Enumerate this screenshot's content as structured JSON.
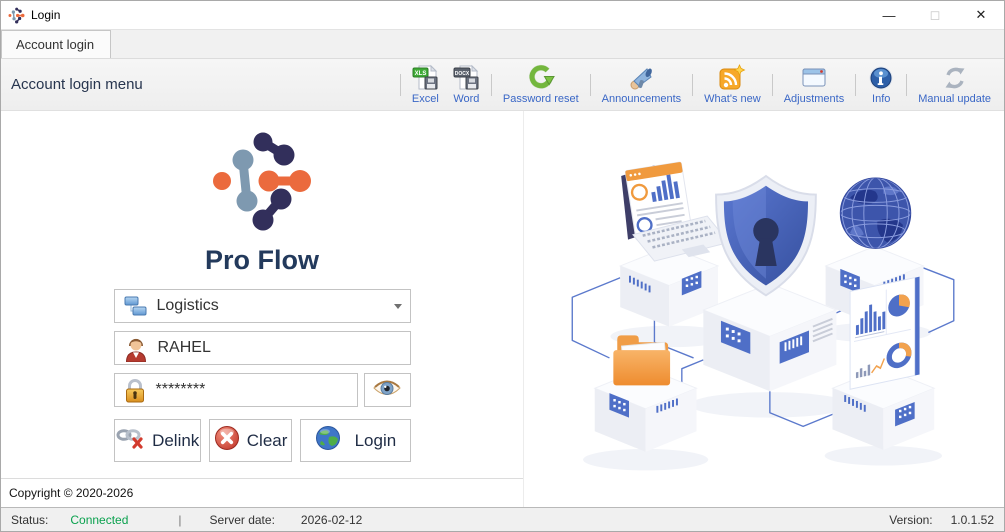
{
  "window": {
    "title": "Login",
    "controls": {
      "minimize": "—",
      "maximize": "◻",
      "close": "✕"
    }
  },
  "tabs": {
    "account_login": "Account login"
  },
  "toolbar": {
    "menu_title": "Account login menu",
    "items": [
      {
        "label": "Excel"
      },
      {
        "label": "Word"
      },
      {
        "label": "Password reset"
      },
      {
        "label": "Announcements"
      },
      {
        "label": "What's new"
      },
      {
        "label": "Adjustments"
      },
      {
        "label": "Info"
      },
      {
        "label": "Manual update"
      }
    ],
    "icon_badges": {
      "excel": "XLS",
      "word": "DOCX"
    }
  },
  "login": {
    "app_name": "Pro Flow",
    "company": "Logistics",
    "username": "RAHEL",
    "password_mask": "********",
    "buttons": {
      "delink": "Delink",
      "clear": "Clear",
      "login": "Login"
    }
  },
  "footer": {
    "copyright": "Copyright © 2020-2026"
  },
  "statusbar": {
    "status_label": "Status:",
    "status_value": "Connected",
    "separator": "|",
    "server_date_label": "Server date:",
    "server_date": "2026-02-12",
    "version_label": "Version:",
    "version": "1.0.1.52"
  },
  "colors": {
    "toolbar_label": "#3a67c6",
    "status_connected": "#0aa14e",
    "brand_navy": "#322f5b",
    "brand_slate": "#7e99b0",
    "brand_orange": "#eb6a3d",
    "illustration_blue": "#4f6fc7",
    "illustration_orange": "#f2a24e"
  }
}
